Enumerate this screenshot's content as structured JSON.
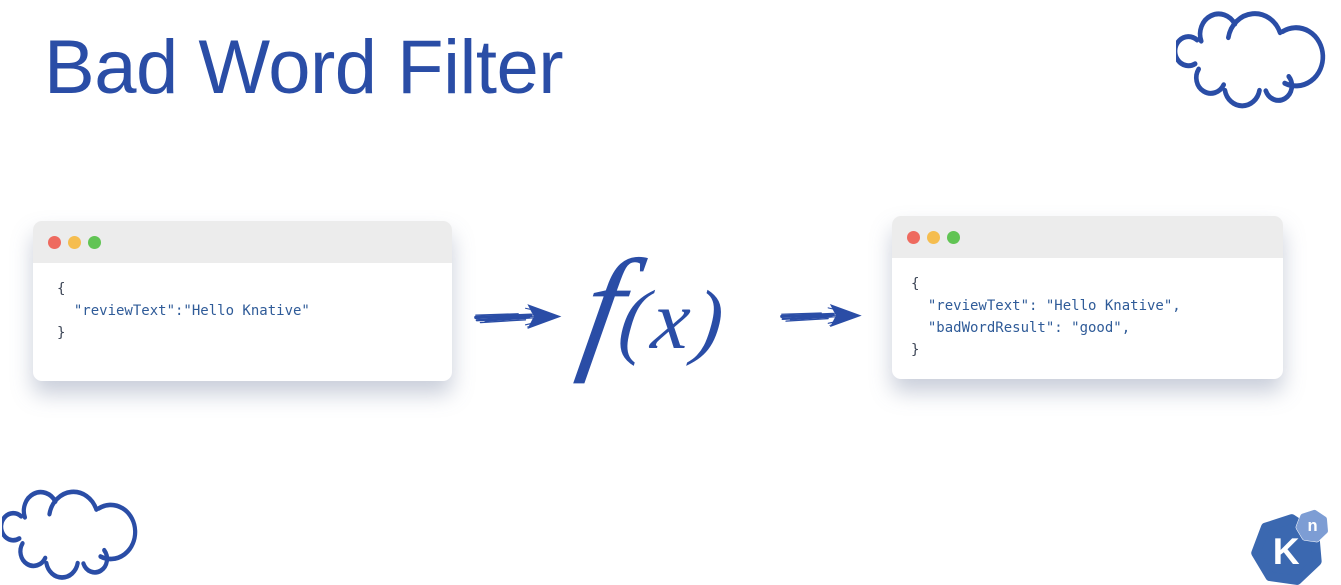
{
  "title": "Bad Word Filter",
  "fx": {
    "f": "f",
    "rest": "(x)"
  },
  "input_window": {
    "lines": [
      {
        "text": "{"
      },
      {
        "text": "  \"reviewText\":\"Hello Knative\""
      },
      {
        "text": "}"
      }
    ]
  },
  "output_window": {
    "lines": [
      {
        "text": "{"
      },
      {
        "text": "  \"reviewText\": \"Hello Knative\","
      },
      {
        "text": "  \"badWordResult\": \"good\","
      },
      {
        "text": "}"
      }
    ]
  },
  "logo": {
    "main_letter": "K",
    "badge_letter": "n"
  },
  "colors": {
    "accent_blue": "#2a4da6",
    "code_string_blue": "#2f5b98",
    "code_brace": "#3b4455",
    "dot_red": "#ee6a5f",
    "dot_yellow": "#f5bd4f",
    "dot_green": "#61c454",
    "logo_main": "#3b68b0",
    "logo_badge": "#7d9dd4",
    "titlebar_gray": "#ececec"
  }
}
